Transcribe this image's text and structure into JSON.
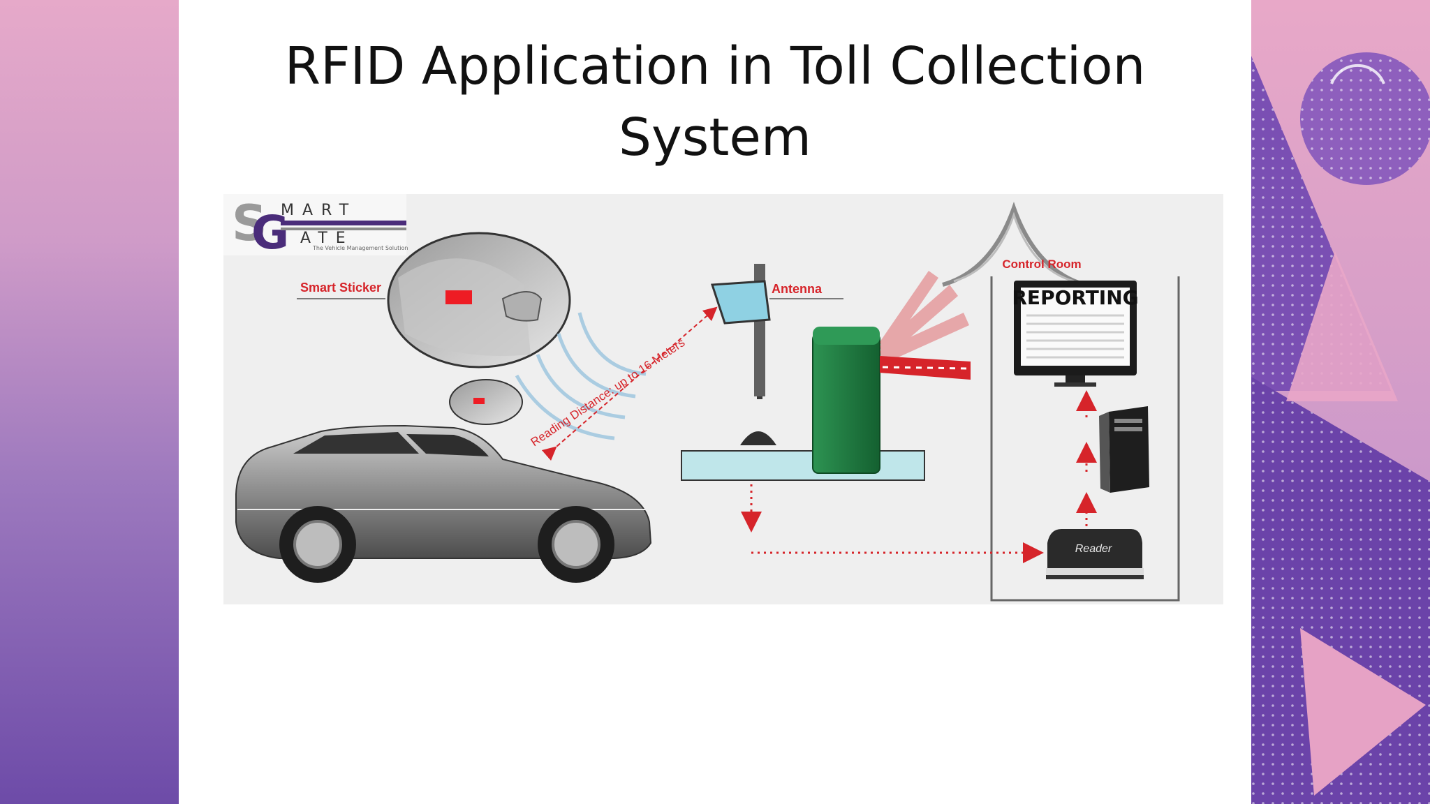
{
  "slide": {
    "title_line1": "RFID Application in Toll Collection",
    "title_line2": "System"
  },
  "figure": {
    "logo_text_top": "MART",
    "logo_text_bottom": "ATE",
    "logo_tagline": "The Vehicle Management Solution",
    "smart_sticker_label": "Smart Sticker",
    "antenna_label": "Antenna",
    "reading_distance_label": "Reading Distance: up to 16 Meters",
    "control_room_label": "Control Room",
    "reporting_label": "REPORTING",
    "reader_label": "Reader"
  },
  "colors": {
    "accent_red": "#d6242a",
    "barrier_green": "#1f7a3e",
    "purple_dark": "#6a44a8",
    "pink": "#e8a8c8"
  }
}
